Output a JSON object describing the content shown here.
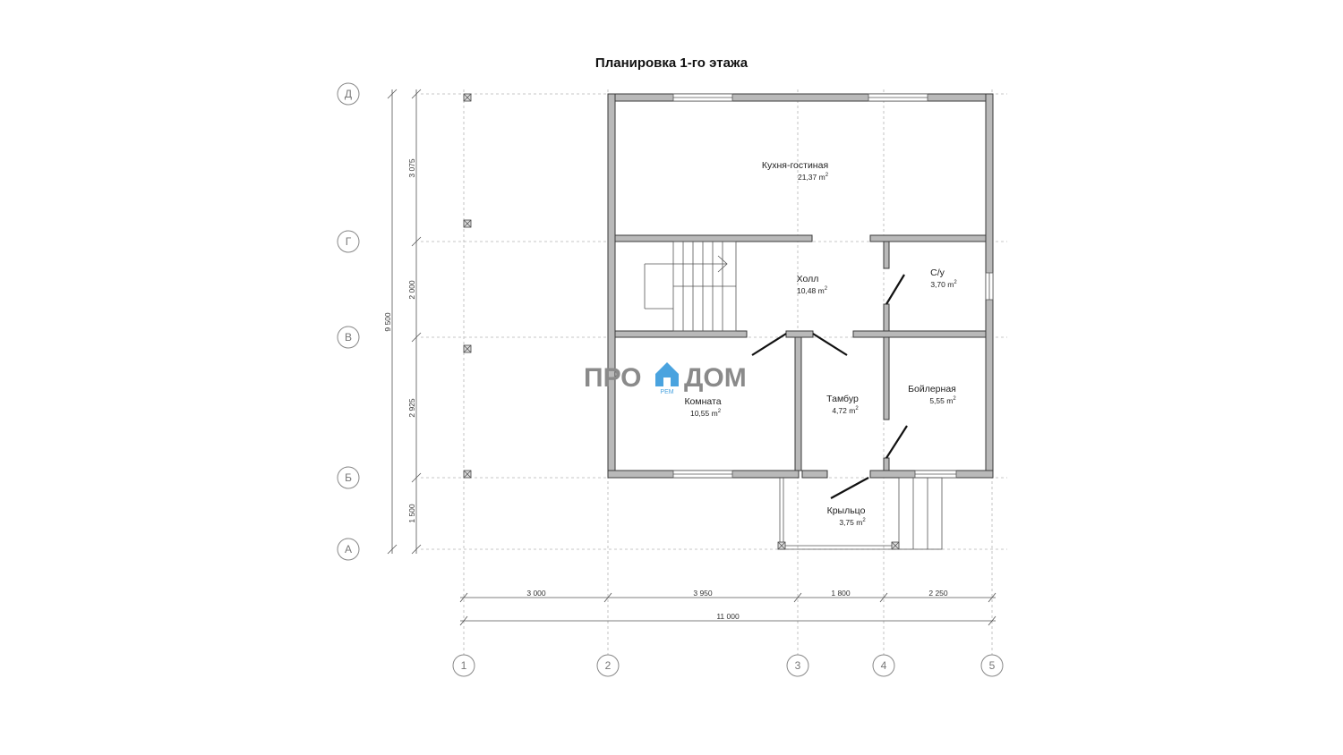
{
  "title": "Планировка 1-го этажа",
  "rooms": [
    {
      "name": "Кухня-гостиная",
      "area": "21,37 m",
      "sup": "2"
    },
    {
      "name": "Холл",
      "area": "10,48 m",
      "sup": "2"
    },
    {
      "name": "С/у",
      "area": "3,70 m",
      "sup": "2"
    },
    {
      "name": "Комната",
      "area": "10,55 m",
      "sup": "2"
    },
    {
      "name": "Тамбур",
      "area": "4,72 m",
      "sup": "2"
    },
    {
      "name": "Бойлерная",
      "area": "5,55 m",
      "sup": "2"
    },
    {
      "name": "Крыльцо",
      "area": "3,75 m",
      "sup": "2"
    }
  ],
  "axes_letters": [
    "Д",
    "Г",
    "В",
    "Б",
    "А"
  ],
  "axes_numbers": [
    "1",
    "2",
    "3",
    "4",
    "5"
  ],
  "dims_vertical": [
    "3 075",
    "2 000",
    "2 925",
    "1 500"
  ],
  "dim_vertical_total": "9 500",
  "dims_horizontal": [
    "3 000",
    "3 950",
    "1 800",
    "2 250"
  ],
  "dim_horizontal_total": "11 000",
  "logo": {
    "left": "ПРО",
    "right": "ДОМ",
    "sub": "РЕМ",
    "accent_color": "#4aa3df"
  }
}
